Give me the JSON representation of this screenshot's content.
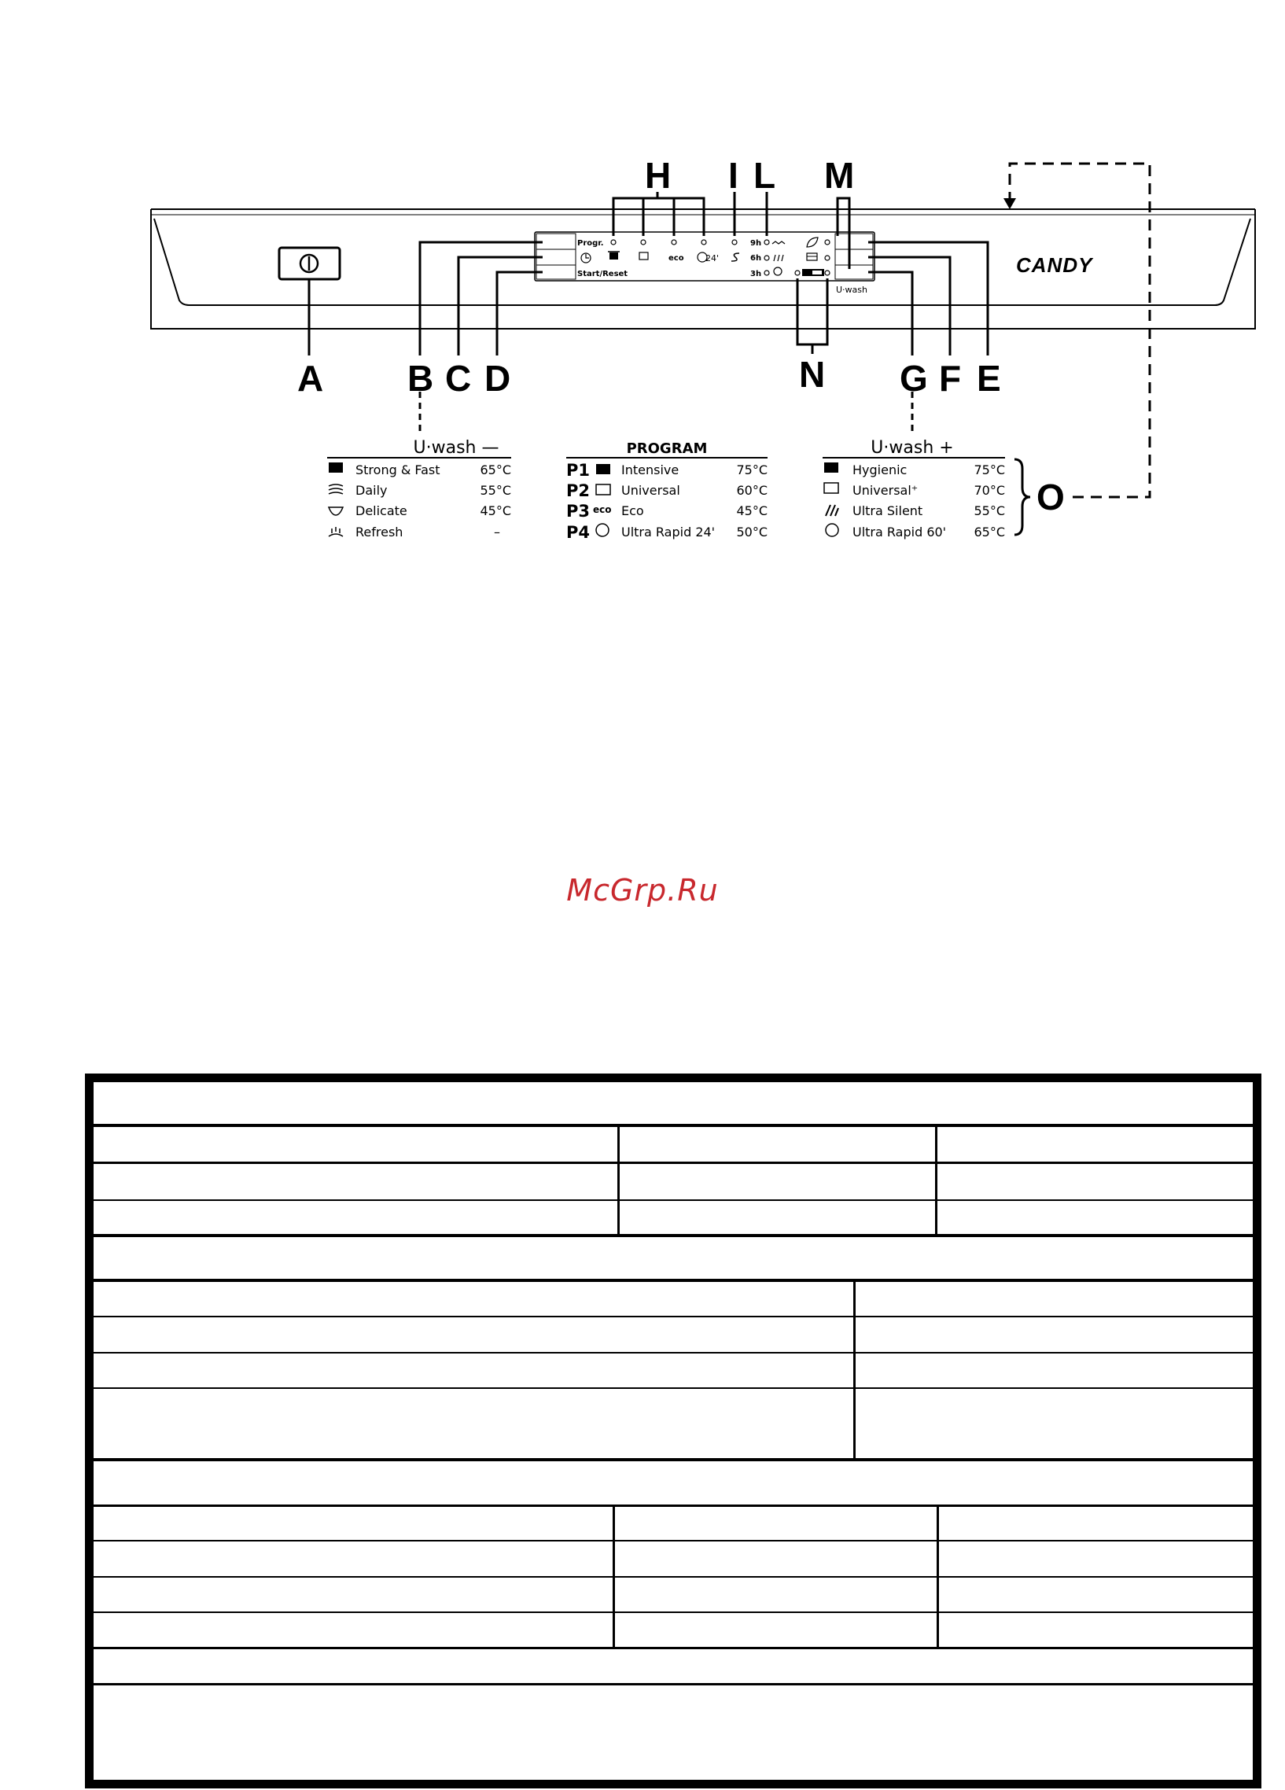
{
  "panel": {
    "brand": "CANDY",
    "progr_label": "Progr.",
    "start_reset_label": "Start/Reset",
    "uwash_label": "U·wash",
    "hours": [
      "9h",
      "6h",
      "3h"
    ],
    "eco_mark": "eco",
    "icon_names": [
      "power-icon",
      "delay-icon",
      "pot-icon",
      "pan-icon",
      "eco-icon",
      "rapid-icon",
      "salt-icon",
      "step-icon",
      "dry-icon",
      "sanitize-icon",
      "leaf-icon",
      "basket-icon",
      "half-load-icon"
    ]
  },
  "callouts": [
    "A",
    "B",
    "C",
    "D",
    "E",
    "F",
    "G",
    "H",
    "I",
    "L",
    "M",
    "N",
    "O"
  ],
  "legend": {
    "uwash_minus": {
      "title": "U·wash —",
      "rows": [
        {
          "name": "Strong & Fast",
          "temp": "65°C",
          "icon": "strong-fast-icon"
        },
        {
          "name": "Daily",
          "temp": "55°C",
          "icon": "daily-icon"
        },
        {
          "name": "Delicate",
          "temp": "45°C",
          "icon": "delicate-icon"
        },
        {
          "name": "Refresh",
          "temp": "–",
          "icon": "refresh-icon"
        }
      ]
    },
    "program": {
      "title": "PROGRAM",
      "rows": [
        {
          "code": "P1",
          "name": "Intensive",
          "temp": "75°C",
          "icon": "intensive-icon"
        },
        {
          "code": "P2",
          "name": "Universal",
          "temp": "60°C",
          "icon": "universal-icon"
        },
        {
          "code": "P3",
          "name": "Eco",
          "temp": "45°C",
          "icon": "eco-icon"
        },
        {
          "code": "P4",
          "name": "Ultra Rapid 24'",
          "temp": "50°C",
          "icon": "ultra-rapid-24-icon"
        }
      ]
    },
    "uwash_plus": {
      "title": "U·wash +",
      "rows": [
        {
          "name": "Hygienic",
          "temp": "75°C",
          "icon": "hygienic-icon"
        },
        {
          "name": "Universal⁺",
          "temp": "70°C",
          "icon": "universal-plus-icon"
        },
        {
          "name": "Ultra Silent",
          "temp": "55°C",
          "icon": "ultra-silent-icon"
        },
        {
          "name": "Ultra Rapid 60'",
          "temp": "65°C",
          "icon": "ultra-rapid-60-icon"
        }
      ]
    }
  },
  "watermark": "McGrp.Ru"
}
